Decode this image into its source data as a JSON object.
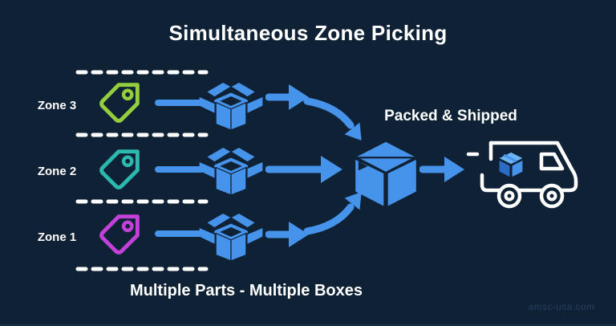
{
  "title": "Simultaneous Zone Picking",
  "zones": [
    {
      "label": "Zone 3",
      "tag_color": "#94ce3f"
    },
    {
      "label": "Zone 2",
      "tag_color": "#2eb7af"
    },
    {
      "label": "Zone 1",
      "tag_color": "#c241d8"
    }
  ],
  "flow": {
    "center_label": "Packed & Shipped",
    "bottom_label": "Multiple Parts - Multiple Boxes"
  },
  "watermark": "amsc-usa.com",
  "colors": {
    "background": "#0f2135",
    "accent_blue": "#4593ea",
    "dash_white": "#ffffff",
    "parcel_dark_blue": "#2a6cc4",
    "parcel_light_blue": "#6db4f4",
    "truck_outline": "#ffffff",
    "watermark_text": "#24405e"
  },
  "icons": {
    "tag": "price-tag-icon",
    "open_box": "open-box-icon",
    "closed_box": "packed-box-icon",
    "truck": "delivery-truck-icon",
    "arrow": "flow-arrow-icon"
  }
}
